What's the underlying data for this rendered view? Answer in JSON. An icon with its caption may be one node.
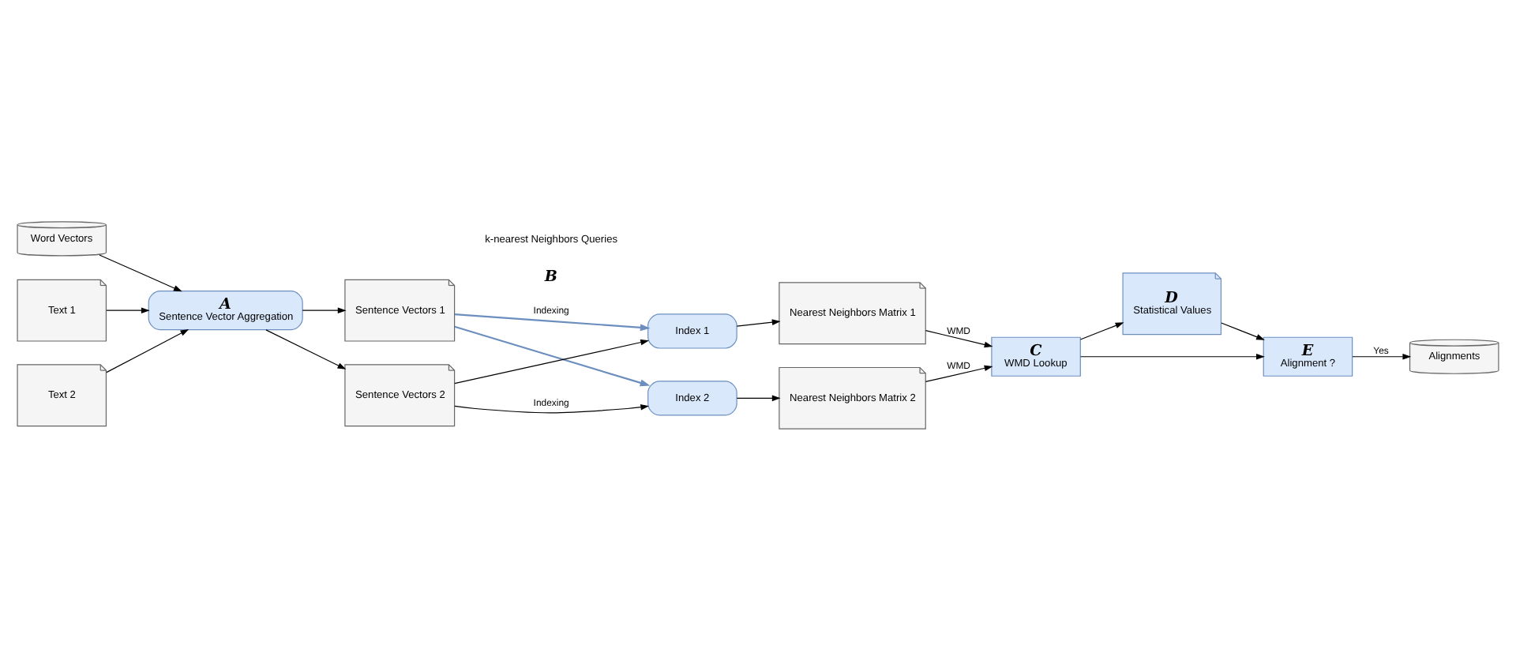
{
  "diagram": {
    "nodes": [
      {
        "text": [
          "Word Vectors"
        ]
      },
      {
        "text": [
          "Text 1"
        ]
      },
      {
        "text": [
          "Text 2"
        ]
      },
      {
        "text": [
          "A",
          "Sentence Vector Aggregation"
        ]
      },
      {
        "text": [
          "Sentence Vectors 1"
        ]
      },
      {
        "text": [
          "Sentence Vectors 2"
        ]
      },
      {
        "text": [
          "Index 1"
        ]
      },
      {
        "text": [
          "Index 2"
        ]
      },
      {
        "text": [
          "Nearest Neighbors Matrix 1"
        ]
      },
      {
        "text": [
          "Nearest Neighbors Matrix 2"
        ]
      },
      {
        "text": [
          "C",
          "WMD Lookup"
        ]
      },
      {
        "text": [
          "D",
          "Statistical Values"
        ]
      },
      {
        "text": [
          "E",
          "Alignment ?"
        ]
      },
      {
        "text": [
          "Alignments"
        ]
      }
    ],
    "edges": [
      {
        "from": 0,
        "to": 3,
        "arrow": "to"
      },
      {
        "from": 1,
        "to": 3,
        "arrow": "to"
      },
      {
        "from": 2,
        "to": 3,
        "arrow": "to"
      },
      {
        "from": 3,
        "to": 4,
        "arrow": "to"
      },
      {
        "from": 3,
        "to": 5,
        "arrow": "to"
      },
      {
        "from": 4,
        "to": 6,
        "arrow": "to",
        "label": "Indexing",
        "color": "#6c8ebf"
      },
      {
        "from": 4,
        "to": 7,
        "arrow": "to",
        "color": "#6c8ebf"
      },
      {
        "from": 5,
        "to": 6,
        "arrow": "to"
      },
      {
        "from": 5,
        "to": 7,
        "arrow": "to",
        "label": "Indexing"
      },
      {
        "from": 6,
        "to": 8,
        "arrow": "to"
      },
      {
        "from": 7,
        "to": 9,
        "arrow": "to"
      },
      {
        "from": 8,
        "to": 10,
        "arrow": "to",
        "label": "WMD"
      },
      {
        "from": 9,
        "to": 10,
        "arrow": "to",
        "label": "WMD"
      },
      {
        "from": 10,
        "to": 11,
        "arrow": "to"
      },
      {
        "from": 11,
        "to": 12,
        "arrow": "to"
      },
      {
        "from": 10,
        "to": 12,
        "arrow": "to"
      },
      {
        "from": 12,
        "to": 13,
        "arrow": "to",
        "label": "Yes"
      }
    ],
    "labels": [
      "k-nearest Neighbors Queries",
      "B"
    ]
  }
}
